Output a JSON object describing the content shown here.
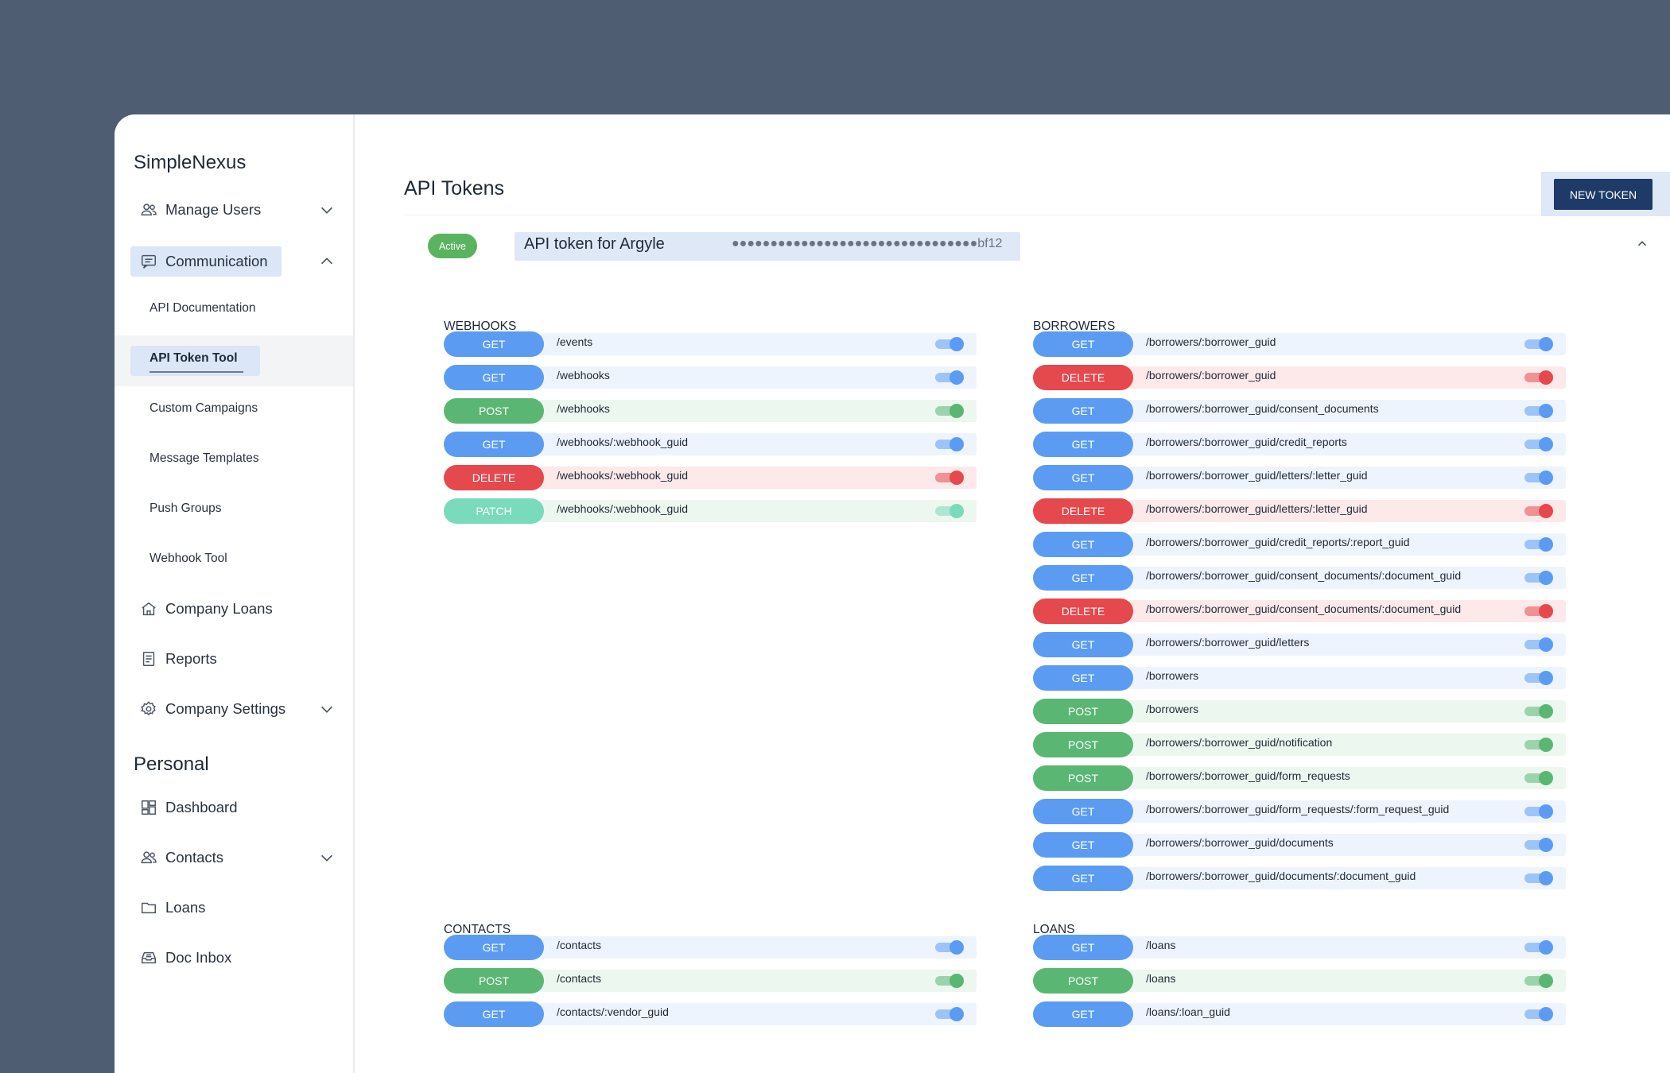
{
  "colors": {
    "GET": "#5b9cf2",
    "DELETE": "#e5484d",
    "POST": "#5ab773",
    "PATCH": "#7adabc",
    "strip_GET": "#eef4fd",
    "strip_DELETE": "#fde9ea",
    "strip_POST": "#ecf7ef",
    "strip_PATCH": "#ecf7ef"
  },
  "sidebar": {
    "brand": "SimpleNexus",
    "items": [
      {
        "label": "Manage Users",
        "icon": "users-icon",
        "chevron": "down"
      },
      {
        "label": "Communication",
        "icon": "message-icon",
        "chevron": "up",
        "active": true
      },
      {
        "label": "Company Loans",
        "icon": "house-icon"
      },
      {
        "label": "Reports",
        "icon": "report-icon"
      },
      {
        "label": "Company Settings",
        "icon": "gear-icon",
        "chevron": "down"
      }
    ],
    "sub_items": [
      "API Documentation",
      "API Token Tool",
      "Custom Campaigns",
      "Message Templates",
      "Push Groups",
      "Webhook Tool"
    ],
    "personal_title": "Personal",
    "personal_items": [
      {
        "label": "Dashboard",
        "icon": "dashboard-icon"
      },
      {
        "label": "Contacts",
        "icon": "users-icon",
        "chevron": "down"
      },
      {
        "label": "Loans",
        "icon": "folder-icon"
      },
      {
        "label": "Doc Inbox",
        "icon": "inbox-icon"
      }
    ]
  },
  "main": {
    "title": "API Tokens",
    "new_token_label": "NEW TOKEN",
    "token": {
      "status": "Active",
      "name": "API token for Argyle",
      "masked_value": "●●●●●●●●●●●●●●●●●●●●●●●●●●●●●●●●bf12"
    },
    "groups": [
      {
        "title": "WEBHOOKS",
        "rows": [
          {
            "method": "GET",
            "path": "/events",
            "enabled": true
          },
          {
            "method": "GET",
            "path": "/webhooks",
            "enabled": true
          },
          {
            "method": "POST",
            "path": "/webhooks",
            "enabled": true
          },
          {
            "method": "GET",
            "path": "/webhooks/:webhook_guid",
            "enabled": true
          },
          {
            "method": "DELETE",
            "path": "/webhooks/:webhook_guid",
            "enabled": true
          },
          {
            "method": "PATCH",
            "path": "/webhooks/:webhook_guid",
            "enabled": true
          }
        ]
      },
      {
        "title": "BORROWERS",
        "rows": [
          {
            "method": "GET",
            "path": "/borrowers/:borrower_guid",
            "enabled": true
          },
          {
            "method": "DELETE",
            "path": "/borrowers/:borrower_guid",
            "enabled": true
          },
          {
            "method": "GET",
            "path": "/borrowers/:borrower_guid/consent_documents",
            "enabled": true
          },
          {
            "method": "GET",
            "path": "/borrowers/:borrower_guid/credit_reports",
            "enabled": true
          },
          {
            "method": "GET",
            "path": "/borrowers/:borrower_guid/letters/:letter_guid",
            "enabled": true
          },
          {
            "method": "DELETE",
            "path": "/borrowers/:borrower_guid/letters/:letter_guid",
            "enabled": true
          },
          {
            "method": "GET",
            "path": "/borrowers/:borrower_guid/credit_reports/:report_guid",
            "enabled": true
          },
          {
            "method": "GET",
            "path": "/borrowers/:borrower_guid/consent_documents/:document_guid",
            "enabled": true
          },
          {
            "method": "DELETE",
            "path": "/borrowers/:borrower_guid/consent_documents/:document_guid",
            "enabled": true
          },
          {
            "method": "GET",
            "path": "/borrowers/:borrower_guid/letters",
            "enabled": true
          },
          {
            "method": "GET",
            "path": "/borrowers",
            "enabled": true
          },
          {
            "method": "POST",
            "path": "/borrowers",
            "enabled": true
          },
          {
            "method": "POST",
            "path": "/borrowers/:borrower_guid/notification",
            "enabled": true
          },
          {
            "method": "POST",
            "path": "/borrowers/:borrower_guid/form_requests",
            "enabled": true
          },
          {
            "method": "GET",
            "path": "/borrowers/:borrower_guid/form_requests/:form_request_guid",
            "enabled": true
          },
          {
            "method": "GET",
            "path": "/borrowers/:borrower_guid/documents",
            "enabled": true
          },
          {
            "method": "GET",
            "path": "/borrowers/:borrower_guid/documents/:document_guid",
            "enabled": true
          }
        ]
      },
      {
        "title": "CONTACTS",
        "rows": [
          {
            "method": "GET",
            "path": "/contacts",
            "enabled": true
          },
          {
            "method": "POST",
            "path": "/contacts",
            "enabled": true
          },
          {
            "method": "GET",
            "path": "/contacts/:vendor_guid",
            "enabled": true
          }
        ]
      },
      {
        "title": "LOANS",
        "rows": [
          {
            "method": "GET",
            "path": "/loans",
            "enabled": true
          },
          {
            "method": "POST",
            "path": "/loans",
            "enabled": true
          },
          {
            "method": "GET",
            "path": "/loans/:loan_guid",
            "enabled": true
          }
        ]
      }
    ]
  }
}
